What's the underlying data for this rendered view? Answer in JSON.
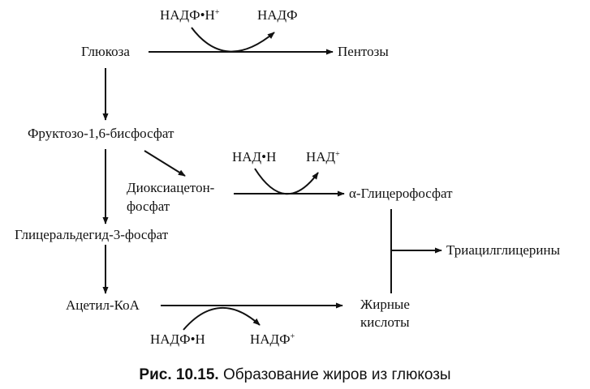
{
  "nodes": {
    "glucose": "Глюкоза",
    "pentoses": "Пентозы",
    "fructose_bp": "Фруктозо-1,6-бисфосфат",
    "dhap_line1": "Диоксиацетон-",
    "dhap_line2": "фосфат",
    "glycerophosphate": "α-Глицерофосфат",
    "g3p": "Глицеральдегид-3-фосфат",
    "triacylglycerols": "Триацилглицерины",
    "acetyl_coa": "Ацетил-КоА",
    "fatty_acids_line1": "Жирные",
    "fatty_acids_line2": "кислоты"
  },
  "cofactors": {
    "top_nadph_base": "НАДФ•Н",
    "top_nadph_sup": "+",
    "top_nadp": "НАДФ",
    "mid_nadh": "НАД•Н",
    "mid_nad_base": "НАД",
    "mid_nad_sup": "+",
    "bottom_nadph": "НАДФ•Н",
    "bottom_nadp_base": "НАДФ",
    "bottom_nadp_sup": "+"
  },
  "caption": {
    "label": "Рис. 10.15.",
    "text": "Образование жиров из глюкозы"
  }
}
